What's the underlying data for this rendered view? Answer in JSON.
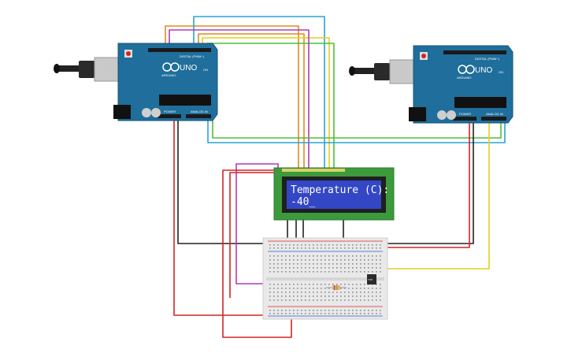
{
  "boards": [
    {
      "brand": "UNO",
      "logo_text": "ARDUINO",
      "digital_label": "DIGITAL (PWM~)",
      "power_label": "POWER",
      "analog_label": "ANALOG IN",
      "on_label": "ON"
    },
    {
      "brand": "UNO",
      "logo_text": "ARDUINO",
      "digital_label": "DIGITAL (PWM~)",
      "power_label": "POWER",
      "analog_label": "ANALOG IN",
      "on_label": "ON"
    }
  ],
  "lcd": {
    "line1": "Temperature (C):",
    "line2": "-40_"
  },
  "sensor": {
    "label": "TMP"
  },
  "colors": {
    "board_blue": "#1f6e9b",
    "pcb_dark": "#16577b",
    "breadboard": "#e9e9e9",
    "lcd_green": "#3c9a3c",
    "lcd_screen": "#3347c6",
    "wire_red": "#d42424",
    "wire_black": "#222222",
    "wire_blue": "#2aa3d6",
    "wire_orange": "#e08a1e",
    "wire_yellow": "#e5cf1c",
    "wire_green": "#4fbf3a",
    "wire_purple": "#b23ab8"
  }
}
